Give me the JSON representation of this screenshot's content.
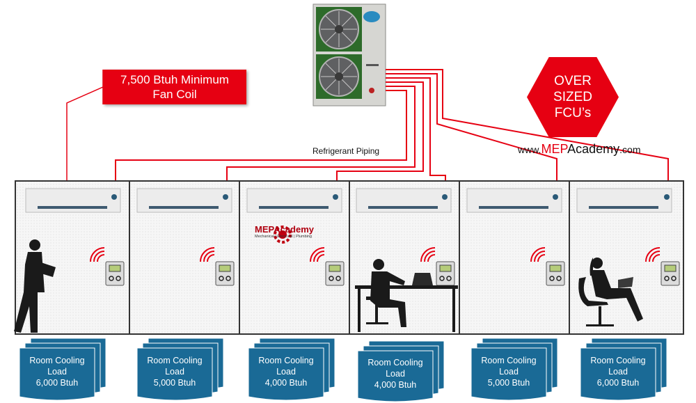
{
  "callout": {
    "line1": "7,500 Btuh Minimum",
    "line2": "Fan Coil"
  },
  "badge": {
    "line1": "OVER",
    "line2": "SIZED",
    "line3": "FCU’s",
    "color": "#e60012"
  },
  "website": {
    "prefix": "www.",
    "brand_red": "MEP",
    "brand_black": "Academy",
    "suffix": ".com"
  },
  "piping_label": "Refrigerant Piping",
  "logo": {
    "brand": "MEPAcademy",
    "tagline": "Mechanical | Electrical | Plumbing"
  },
  "rooms": [
    {
      "load_line1": "Room Cooling",
      "load_line2": "Load",
      "load_value": "6,000 Btuh",
      "occupant": "standing-man-reading"
    },
    {
      "load_line1": "Room Cooling",
      "load_line2": "Load",
      "load_value": "5,000 Btuh",
      "occupant": "none"
    },
    {
      "load_line1": "Room Cooling",
      "load_line2": "Load",
      "load_value": "4,000 Btuh",
      "occupant": "logo"
    },
    {
      "load_line1": "Room Cooling",
      "load_line2": "Load",
      "load_value": "4,000 Btuh",
      "occupant": "man-at-desk"
    },
    {
      "load_line1": "Room Cooling",
      "load_line2": "Load",
      "load_value": "5,000 Btuh",
      "occupant": "none"
    },
    {
      "load_line1": "Room Cooling",
      "load_line2": "Load",
      "load_value": "6,000 Btuh",
      "occupant": "woman-on-chair"
    }
  ],
  "colors": {
    "pipe": "#e60012",
    "doc": "#1a6a96",
    "room_border": "#333333",
    "room_fill": "#f4f4f4"
  }
}
